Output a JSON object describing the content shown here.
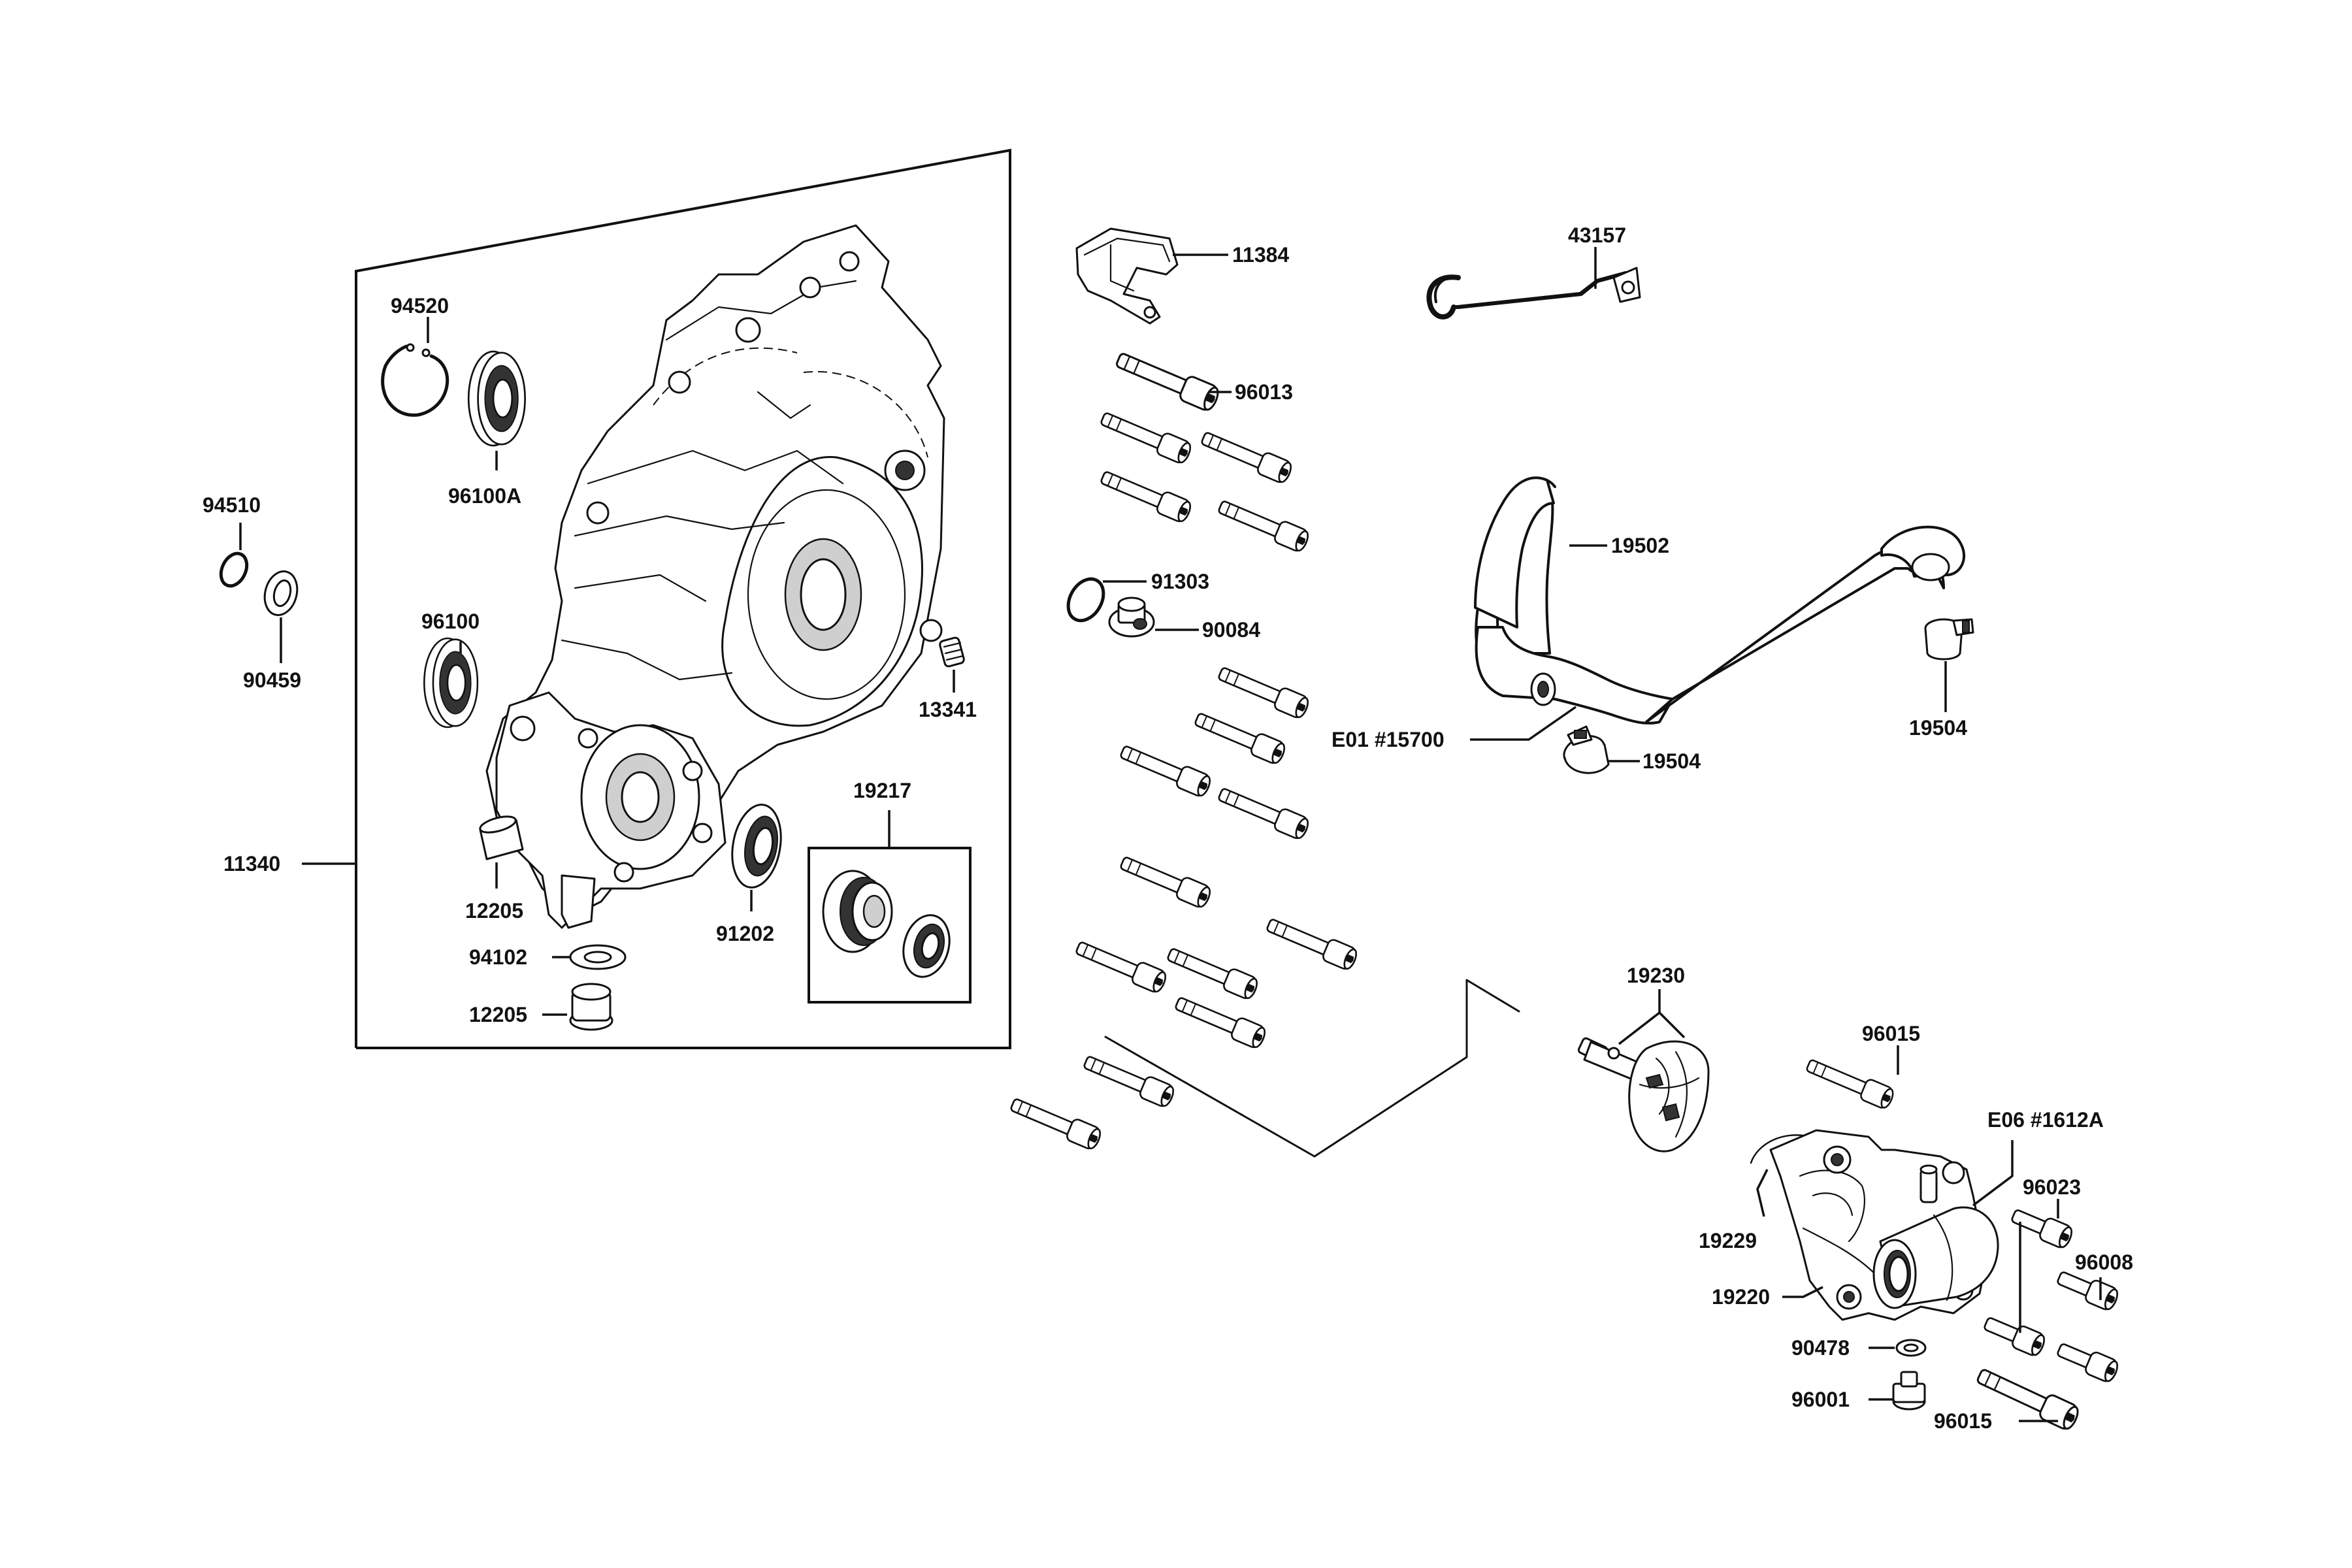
{
  "diagram": {
    "labels": {
      "p94520": "94520",
      "p96100A": "96100A",
      "p94510": "94510",
      "p90459": "90459",
      "p96100": "96100",
      "p11340": "11340",
      "p12205_top": "12205",
      "p94102": "94102",
      "p12205_bottom": "12205",
      "p91202": "91202",
      "p19217": "19217",
      "p13341": "13341",
      "p11384": "11384",
      "p96013": "96013",
      "p91303": "91303",
      "p90084": "90084",
      "p43157": "43157",
      "p19502": "19502",
      "p19504_right": "19504",
      "p19504_mid": "19504",
      "pE01": "E01 #15700",
      "p19230": "19230",
      "p96015_top": "96015",
      "pE06": "E06 #1612A",
      "p96023": "96023",
      "p96008": "96008",
      "p19229": "19229",
      "p19220": "19220",
      "p90478": "90478",
      "p96001": "96001",
      "p96015_bottom": "96015"
    }
  }
}
